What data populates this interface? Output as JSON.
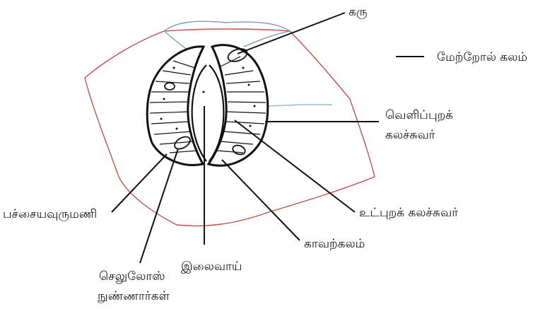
{
  "diagram": {
    "labels": {
      "nucleus": "கரு",
      "epidermal_cell": "மேற்றோல் கலம்",
      "outer_wall_line1": "வெளிப்புறக்",
      "outer_wall_line2": "கலச்சுவர்",
      "inner_wall": "உட்புறக் கலச்சுவர்",
      "guard_cell": "காவற்கலம்",
      "stoma": "இலைவாய்",
      "cellulose_line1": "செலுலோஸ்",
      "cellulose_line2": "நுண்ணார்கள்",
      "chloroplast": "பச்சையவுருமணி"
    },
    "colors": {
      "outline_red": "#c0504d",
      "outline_blue": "#7f9ab3",
      "ink": "#111111"
    }
  }
}
